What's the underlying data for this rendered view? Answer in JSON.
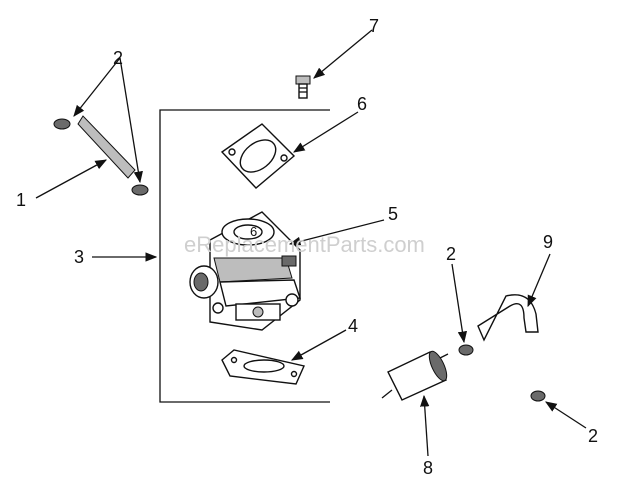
{
  "watermark": "eReplacementParts.com",
  "callouts": {
    "c1": "1",
    "c2a": "2",
    "c2b": "2",
    "c2c": "2",
    "c3": "3",
    "c4": "4",
    "c5": "5",
    "c6": "6",
    "c6inner": "6",
    "c7": "7",
    "c8": "8",
    "c9": "9"
  }
}
